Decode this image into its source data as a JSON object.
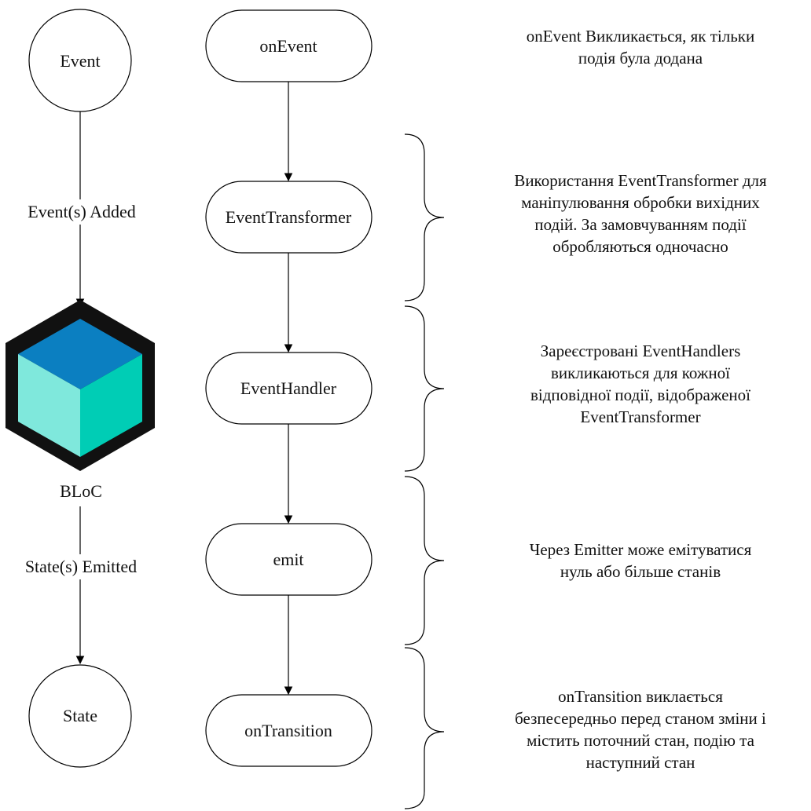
{
  "left_column": {
    "event_label": "Event",
    "added_label": "Event(s) Added",
    "bloc_label": "BLoC",
    "emitted_label": "State(s) Emitted",
    "state_label": "State"
  },
  "pipeline": {
    "on_event": "onEvent",
    "event_transformer": "EventTransformer",
    "event_handler": "EventHandler",
    "emit": "emit",
    "on_transition": "onTransition"
  },
  "descriptions": {
    "on_event": [
      "onEvent Викликається, як тільки",
      "подія була додана"
    ],
    "event_transformer": [
      "Використання EventTransformer для",
      "маніпулювання обробки вихідних",
      "подій. За замовчуванням події",
      "обробляються одночасно"
    ],
    "event_handler": [
      "Зареєстровані EventHandlers",
      "викликаються для кожної",
      "відповідної події, відображеної",
      "EventTransformer"
    ],
    "emit": [
      "Через Emitter може емітуватися",
      "нуль або більше станів"
    ],
    "on_transition": [
      "onTransition виклається",
      "безпесередньо перед станом зміни і",
      "містить поточний стан, подію та",
      "наступний стан"
    ]
  },
  "colors": {
    "cube_top": "#0B7FC1",
    "cube_left": "#7FE8DC",
    "cube_right": "#00CDB5",
    "hex_border": "#111111"
  }
}
